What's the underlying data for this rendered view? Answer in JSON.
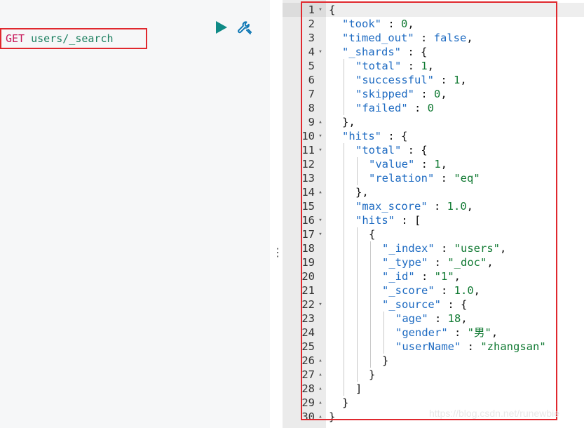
{
  "request": {
    "method": "GET",
    "path": "users/_search"
  },
  "toolbar": {
    "run_icon": "play-icon",
    "settings_icon": "wrench-icon",
    "run_color": "#0f8a86"
  },
  "divider": {
    "handle": "⋮"
  },
  "response": {
    "lines": [
      {
        "num": "1",
        "fold": "down",
        "indent": 0,
        "segments": [
          {
            "t": "{",
            "c": "p"
          }
        ]
      },
      {
        "num": "2",
        "fold": "",
        "indent": 1,
        "segments": [
          {
            "t": "\"took\"",
            "c": "k"
          },
          {
            "t": " : ",
            "c": "p"
          },
          {
            "t": "0",
            "c": "n"
          },
          {
            "t": ",",
            "c": "p"
          }
        ]
      },
      {
        "num": "3",
        "fold": "",
        "indent": 1,
        "segments": [
          {
            "t": "\"timed_out\"",
            "c": "k"
          },
          {
            "t": " : ",
            "c": "p"
          },
          {
            "t": "false",
            "c": "b"
          },
          {
            "t": ",",
            "c": "p"
          }
        ]
      },
      {
        "num": "4",
        "fold": "down",
        "indent": 1,
        "segments": [
          {
            "t": "\"_shards\"",
            "c": "k"
          },
          {
            "t": " : {",
            "c": "p"
          }
        ]
      },
      {
        "num": "5",
        "fold": "",
        "indent": 2,
        "segments": [
          {
            "t": "\"total\"",
            "c": "k"
          },
          {
            "t": " : ",
            "c": "p"
          },
          {
            "t": "1",
            "c": "n"
          },
          {
            "t": ",",
            "c": "p"
          }
        ]
      },
      {
        "num": "6",
        "fold": "",
        "indent": 2,
        "segments": [
          {
            "t": "\"successful\"",
            "c": "k"
          },
          {
            "t": " : ",
            "c": "p"
          },
          {
            "t": "1",
            "c": "n"
          },
          {
            "t": ",",
            "c": "p"
          }
        ]
      },
      {
        "num": "7",
        "fold": "",
        "indent": 2,
        "segments": [
          {
            "t": "\"skipped\"",
            "c": "k"
          },
          {
            "t": " : ",
            "c": "p"
          },
          {
            "t": "0",
            "c": "n"
          },
          {
            "t": ",",
            "c": "p"
          }
        ]
      },
      {
        "num": "8",
        "fold": "",
        "indent": 2,
        "segments": [
          {
            "t": "\"failed\"",
            "c": "k"
          },
          {
            "t": " : ",
            "c": "p"
          },
          {
            "t": "0",
            "c": "n"
          }
        ]
      },
      {
        "num": "9",
        "fold": "up",
        "indent": 1,
        "segments": [
          {
            "t": "},",
            "c": "p"
          }
        ]
      },
      {
        "num": "10",
        "fold": "down",
        "indent": 1,
        "segments": [
          {
            "t": "\"hits\"",
            "c": "k"
          },
          {
            "t": " : {",
            "c": "p"
          }
        ]
      },
      {
        "num": "11",
        "fold": "down",
        "indent": 2,
        "segments": [
          {
            "t": "\"total\"",
            "c": "k"
          },
          {
            "t": " : {",
            "c": "p"
          }
        ]
      },
      {
        "num": "12",
        "fold": "",
        "indent": 3,
        "segments": [
          {
            "t": "\"value\"",
            "c": "k"
          },
          {
            "t": " : ",
            "c": "p"
          },
          {
            "t": "1",
            "c": "n"
          },
          {
            "t": ",",
            "c": "p"
          }
        ]
      },
      {
        "num": "13",
        "fold": "",
        "indent": 3,
        "segments": [
          {
            "t": "\"relation\"",
            "c": "k"
          },
          {
            "t": " : ",
            "c": "p"
          },
          {
            "t": "\"eq\"",
            "c": "s"
          }
        ]
      },
      {
        "num": "14",
        "fold": "up",
        "indent": 2,
        "segments": [
          {
            "t": "},",
            "c": "p"
          }
        ]
      },
      {
        "num": "15",
        "fold": "",
        "indent": 2,
        "segments": [
          {
            "t": "\"max_score\"",
            "c": "k"
          },
          {
            "t": " : ",
            "c": "p"
          },
          {
            "t": "1.0",
            "c": "n"
          },
          {
            "t": ",",
            "c": "p"
          }
        ]
      },
      {
        "num": "16",
        "fold": "down",
        "indent": 2,
        "segments": [
          {
            "t": "\"hits\"",
            "c": "k"
          },
          {
            "t": " : [",
            "c": "p"
          }
        ]
      },
      {
        "num": "17",
        "fold": "down",
        "indent": 3,
        "segments": [
          {
            "t": "{",
            "c": "p"
          }
        ]
      },
      {
        "num": "18",
        "fold": "",
        "indent": 4,
        "segments": [
          {
            "t": "\"_index\"",
            "c": "k"
          },
          {
            "t": " : ",
            "c": "p"
          },
          {
            "t": "\"users\"",
            "c": "s"
          },
          {
            "t": ",",
            "c": "p"
          }
        ]
      },
      {
        "num": "19",
        "fold": "",
        "indent": 4,
        "segments": [
          {
            "t": "\"_type\"",
            "c": "k"
          },
          {
            "t": " : ",
            "c": "p"
          },
          {
            "t": "\"_doc\"",
            "c": "s"
          },
          {
            "t": ",",
            "c": "p"
          }
        ]
      },
      {
        "num": "20",
        "fold": "",
        "indent": 4,
        "segments": [
          {
            "t": "\"_id\"",
            "c": "k"
          },
          {
            "t": " : ",
            "c": "p"
          },
          {
            "t": "\"1\"",
            "c": "s"
          },
          {
            "t": ",",
            "c": "p"
          }
        ]
      },
      {
        "num": "21",
        "fold": "",
        "indent": 4,
        "segments": [
          {
            "t": "\"_score\"",
            "c": "k"
          },
          {
            "t": " : ",
            "c": "p"
          },
          {
            "t": "1.0",
            "c": "n"
          },
          {
            "t": ",",
            "c": "p"
          }
        ]
      },
      {
        "num": "22",
        "fold": "down",
        "indent": 4,
        "segments": [
          {
            "t": "\"_source\"",
            "c": "k"
          },
          {
            "t": " : {",
            "c": "p"
          }
        ]
      },
      {
        "num": "23",
        "fold": "",
        "indent": 5,
        "segments": [
          {
            "t": "\"age\"",
            "c": "k"
          },
          {
            "t": " : ",
            "c": "p"
          },
          {
            "t": "18",
            "c": "n"
          },
          {
            "t": ",",
            "c": "p"
          }
        ]
      },
      {
        "num": "24",
        "fold": "",
        "indent": 5,
        "segments": [
          {
            "t": "\"gender\"",
            "c": "k"
          },
          {
            "t": " : ",
            "c": "p"
          },
          {
            "t": "\"男\"",
            "c": "s"
          },
          {
            "t": ",",
            "c": "p"
          }
        ]
      },
      {
        "num": "25",
        "fold": "",
        "indent": 5,
        "segments": [
          {
            "t": "\"userName\"",
            "c": "k"
          },
          {
            "t": " : ",
            "c": "p"
          },
          {
            "t": "\"zhangsan\"",
            "c": "s"
          }
        ]
      },
      {
        "num": "26",
        "fold": "up",
        "indent": 4,
        "segments": [
          {
            "t": "}",
            "c": "p"
          }
        ]
      },
      {
        "num": "27",
        "fold": "up",
        "indent": 3,
        "segments": [
          {
            "t": "}",
            "c": "p"
          }
        ]
      },
      {
        "num": "28",
        "fold": "up",
        "indent": 2,
        "segments": [
          {
            "t": "]",
            "c": "p"
          }
        ]
      },
      {
        "num": "29",
        "fold": "up",
        "indent": 1,
        "segments": [
          {
            "t": "}",
            "c": "p"
          }
        ]
      },
      {
        "num": "30",
        "fold": "up",
        "indent": 0,
        "segments": [
          {
            "t": "}",
            "c": "p"
          }
        ]
      }
    ]
  },
  "watermark": "https://blog.csdn.net/runewbie"
}
